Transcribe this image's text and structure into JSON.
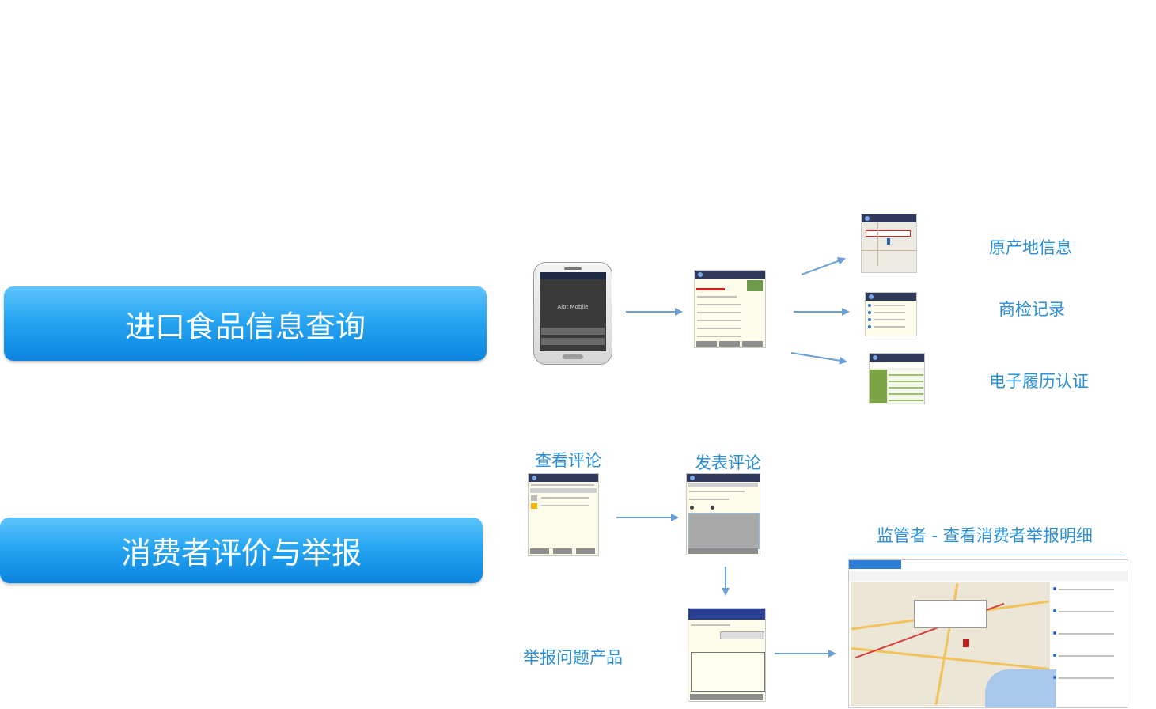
{
  "banners": {
    "import_query": "进口食品信息查询",
    "consumer_review": "消费者评价与举报"
  },
  "labels": {
    "origin_info": "原产地信息",
    "inspection_record": "商检记录",
    "e_pedigree": "电子履历认证",
    "view_reviews": "查看评论",
    "post_review": "发表评论",
    "report_product": "举报问题产品",
    "regulator_detail": "监管者 - 查看消费者举报明细"
  },
  "phone": {
    "screen_title": "Aiot Mobile"
  },
  "colors": {
    "banner_top": "#5ec4fb",
    "banner_bottom": "#0a84dd",
    "label_blue": "#2b8fd6",
    "arrow_blue": "#6a9fd8"
  }
}
